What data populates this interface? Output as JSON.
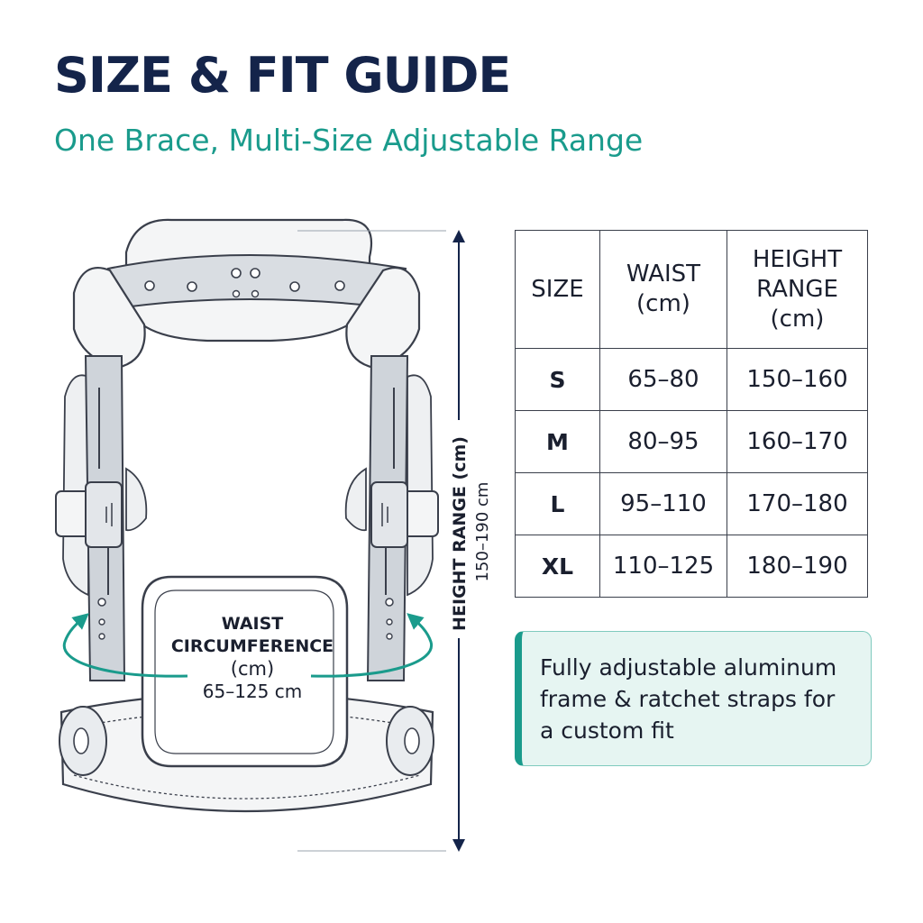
{
  "header": {
    "title": "SIZE & FIT GUIDE",
    "subtitle": "One Brace, Multi-Size Adjustable Range"
  },
  "illustration": {
    "waist_label_line1": "WAIST",
    "waist_label_line2": "CIRCUMFERENCE",
    "waist_label_unit": "(cm)",
    "waist_range": "65–125 cm",
    "height_label": "HEIGHT RANGE (cm)",
    "height_range": "150–190 cm"
  },
  "size_table": {
    "headers": [
      [
        "SIZE"
      ],
      [
        "WAIST",
        "(cm)"
      ],
      [
        "HEIGHT",
        "RANGE",
        "(cm)"
      ]
    ],
    "rows": [
      [
        "S",
        "65–80",
        "150–160"
      ],
      [
        "M",
        "80–95",
        "160–170"
      ],
      [
        "L",
        "95–110",
        "170–180"
      ],
      [
        "XL",
        "110–125",
        "180–190"
      ]
    ]
  },
  "note": {
    "lines": [
      "Fully adjustable aluminum",
      "frame & ratchet straps for",
      "a custom fit"
    ]
  },
  "colors": {
    "title": "#14244a",
    "accent": "#1a9b8c",
    "note_background": "#e6f5f2"
  }
}
